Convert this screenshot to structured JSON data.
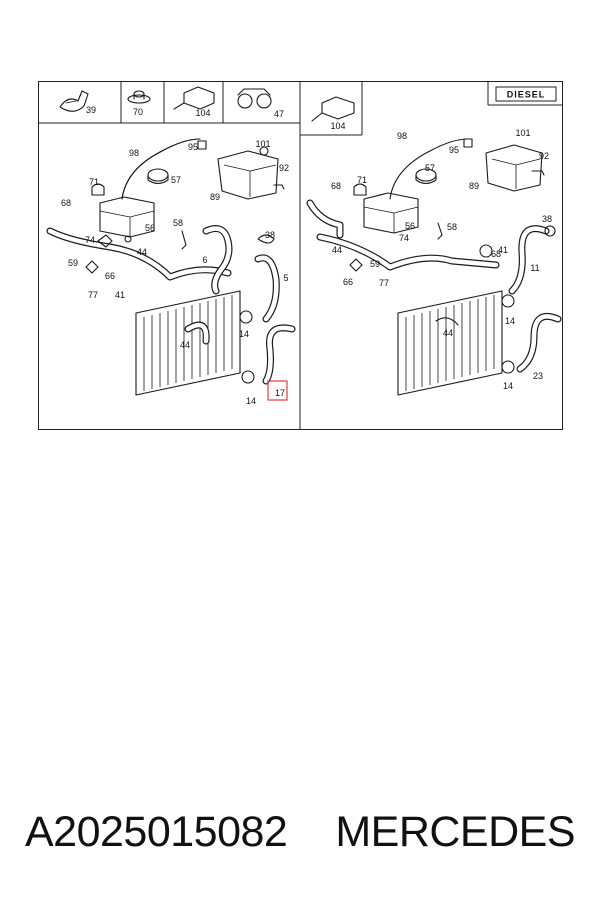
{
  "diagram": {
    "badge": "DIESEL",
    "highlight_color": "#e03c3c",
    "header_callouts": [
      "39",
      "70",
      "104",
      "47",
      "104"
    ],
    "left_callouts": [
      "98",
      "95",
      "101",
      "92",
      "89",
      "57",
      "71",
      "68",
      "58",
      "56",
      "74",
      "44",
      "38",
      "6",
      "59",
      "66",
      "77",
      "41",
      "5",
      "44",
      "14",
      "14",
      "17"
    ],
    "right_callouts": [
      "98",
      "95",
      "101",
      "92",
      "89",
      "57",
      "71",
      "68",
      "38",
      "58",
      "56",
      "74",
      "44",
      "59",
      "66",
      "77",
      "41",
      "68",
      "11",
      "44",
      "14",
      "23",
      "14"
    ],
    "highlighted_part": "17"
  },
  "caption": {
    "part_number": "A2025015082",
    "brand": "MERCEDES"
  }
}
